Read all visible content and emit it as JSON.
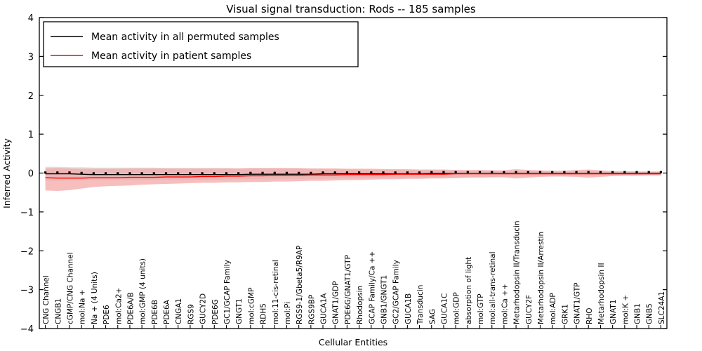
{
  "chart_data": {
    "type": "line",
    "title": "Visual signal transduction: Rods -- 185 samples",
    "xlabel": "Cellular Entities",
    "ylabel": "Inferred Activity",
    "ylim": [
      -4,
      4
    ],
    "yticks": [
      -4,
      -3,
      -2,
      -1,
      0,
      1,
      2,
      3,
      4
    ],
    "ytick_labels": [
      "−4",
      "−3",
      "−2",
      "−1",
      "0",
      "1",
      "2",
      "3",
      "4"
    ],
    "grid": false,
    "legend_position": "upper left",
    "n_samples": 185,
    "categories": [
      "CNG Channel",
      "CNGB1",
      "cGMP/CNG Channel",
      "mol:Na +",
      "Na + (4 Units)",
      "PDE6",
      "mol:Ca2+",
      "PDE6A/B",
      "mol:GMP (4 units)",
      "PDE6B",
      "PDE6A",
      "CNGA1",
      "RGS9",
      "GUCY2D",
      "PDE6G",
      "GC1/GCAP Family",
      "GNGT1",
      "mol:cGMP",
      "RDH5",
      "mol:11-cis-retinal",
      "mol:Pi",
      "RGS9-1/Gbeta5/R9AP",
      "RGS9BP",
      "GUCA1A",
      "GNAT1/GDP",
      "PDE6G/GNAT1/GTP",
      "Rhodopsin",
      "GCAP Family/Ca ++",
      "GNB1/GNGT1",
      "GC2/GCAP Family",
      "GUCA1B",
      "Transducin",
      "SAG",
      "GUCA1C",
      "mol:GDP",
      "absorption of light",
      "mol:GTP",
      "mol:all-trans-retinal",
      "mol:Ca ++",
      "Metarhodopsin II/Transducin",
      "GUCY2F",
      "Metarhodopsin II/Arrestin",
      "mol:ADP",
      "GRK1",
      "GNAT1/GTP",
      "RHO",
      "Metarhodopsin II",
      "GNAT1",
      "mol:K +",
      "GNB1",
      "GNB5",
      "SLC24A1"
    ],
    "series": [
      {
        "name": "Mean activity in all permuted samples",
        "color": "#000000",
        "band_color": "#d9d9d9",
        "marker": "dotted",
        "values": [
          -0.02,
          -0.02,
          -0.02,
          -0.03,
          -0.04,
          -0.04,
          -0.04,
          -0.04,
          -0.04,
          -0.04,
          -0.04,
          -0.04,
          -0.04,
          -0.04,
          -0.04,
          -0.04,
          -0.04,
          -0.03,
          -0.03,
          -0.03,
          -0.03,
          -0.03,
          -0.03,
          -0.02,
          -0.02,
          -0.02,
          -0.02,
          -0.02,
          -0.02,
          -0.02,
          -0.02,
          -0.02,
          -0.01,
          -0.01,
          -0.01,
          -0.01,
          -0.01,
          -0.01,
          -0.01,
          -0.01,
          -0.01,
          -0.01,
          -0.01,
          -0.01,
          -0.01,
          -0.01,
          -0.01,
          -0.01,
          -0.01,
          -0.01,
          -0.01,
          -0.01
        ],
        "band_lower": [
          -0.2,
          -0.2,
          -0.19,
          -0.19,
          -0.18,
          -0.18,
          -0.18,
          -0.18,
          -0.18,
          -0.18,
          -0.17,
          -0.17,
          -0.17,
          -0.17,
          -0.17,
          -0.17,
          -0.16,
          -0.16,
          -0.16,
          -0.16,
          -0.15,
          -0.15,
          -0.15,
          -0.14,
          -0.14,
          -0.14,
          -0.13,
          -0.13,
          -0.13,
          -0.12,
          -0.12,
          -0.12,
          -0.11,
          -0.11,
          -0.11,
          -0.1,
          -0.1,
          -0.1,
          -0.09,
          -0.09,
          -0.09,
          -0.08,
          -0.08,
          -0.08,
          -0.07,
          -0.07,
          -0.07,
          -0.07,
          -0.06,
          -0.06,
          -0.06,
          -0.06
        ],
        "band_upper": [
          0.16,
          0.16,
          0.15,
          0.15,
          0.14,
          0.14,
          0.14,
          0.14,
          0.14,
          0.14,
          0.13,
          0.13,
          0.13,
          0.13,
          0.13,
          0.13,
          0.12,
          0.12,
          0.12,
          0.12,
          0.11,
          0.11,
          0.11,
          0.1,
          0.1,
          0.1,
          0.09,
          0.09,
          0.09,
          0.08,
          0.08,
          0.08,
          0.07,
          0.07,
          0.07,
          0.06,
          0.06,
          0.06,
          0.05,
          0.05,
          0.05,
          0.05,
          0.04,
          0.04,
          0.04,
          0.04,
          0.04,
          0.03,
          0.03,
          0.03,
          0.03,
          0.03
        ]
      },
      {
        "name": "Mean activity in patient samples",
        "color": "#ff0000",
        "band_color": "#f4a8a8",
        "marker": "none",
        "values": [
          -0.12,
          -0.13,
          -0.13,
          -0.13,
          -0.12,
          -0.12,
          -0.12,
          -0.11,
          -0.11,
          -0.11,
          -0.1,
          -0.1,
          -0.1,
          -0.09,
          -0.09,
          -0.08,
          -0.08,
          -0.07,
          -0.07,
          -0.06,
          -0.06,
          -0.06,
          -0.05,
          -0.05,
          -0.05,
          -0.04,
          -0.04,
          -0.04,
          -0.04,
          -0.03,
          -0.03,
          -0.03,
          -0.03,
          -0.03,
          -0.02,
          -0.02,
          -0.02,
          -0.02,
          -0.02,
          -0.02,
          -0.02,
          -0.02,
          -0.02,
          -0.02,
          -0.02,
          -0.02,
          -0.02,
          -0.02,
          -0.02,
          -0.02,
          -0.02,
          -0.02
        ],
        "band_lower": [
          -0.45,
          -0.46,
          -0.44,
          -0.4,
          -0.36,
          -0.34,
          -0.33,
          -0.32,
          -0.3,
          -0.29,
          -0.28,
          -0.27,
          -0.26,
          -0.25,
          -0.25,
          -0.24,
          -0.24,
          -0.23,
          -0.23,
          -0.22,
          -0.22,
          -0.21,
          -0.2,
          -0.2,
          -0.19,
          -0.18,
          -0.18,
          -0.17,
          -0.16,
          -0.16,
          -0.15,
          -0.15,
          -0.14,
          -0.14,
          -0.13,
          -0.12,
          -0.12,
          -0.11,
          -0.11,
          -0.14,
          -0.12,
          -0.1,
          -0.09,
          -0.09,
          -0.1,
          -0.12,
          -0.1,
          -0.08,
          -0.07,
          -0.07,
          -0.06,
          -0.06
        ],
        "band_upper": [
          0.12,
          0.13,
          0.12,
          0.11,
          0.11,
          0.11,
          0.11,
          0.12,
          0.12,
          0.12,
          0.12,
          0.12,
          0.12,
          0.12,
          0.12,
          0.12,
          0.12,
          0.13,
          0.13,
          0.13,
          0.13,
          0.13,
          0.12,
          0.12,
          0.12,
          0.11,
          0.11,
          0.11,
          0.1,
          0.1,
          0.1,
          0.09,
          0.09,
          0.09,
          0.08,
          0.08,
          0.08,
          0.07,
          0.07,
          0.1,
          0.08,
          0.07,
          0.06,
          0.06,
          0.08,
          0.09,
          0.07,
          0.05,
          0.05,
          0.04,
          0.04,
          0.04
        ]
      }
    ]
  }
}
